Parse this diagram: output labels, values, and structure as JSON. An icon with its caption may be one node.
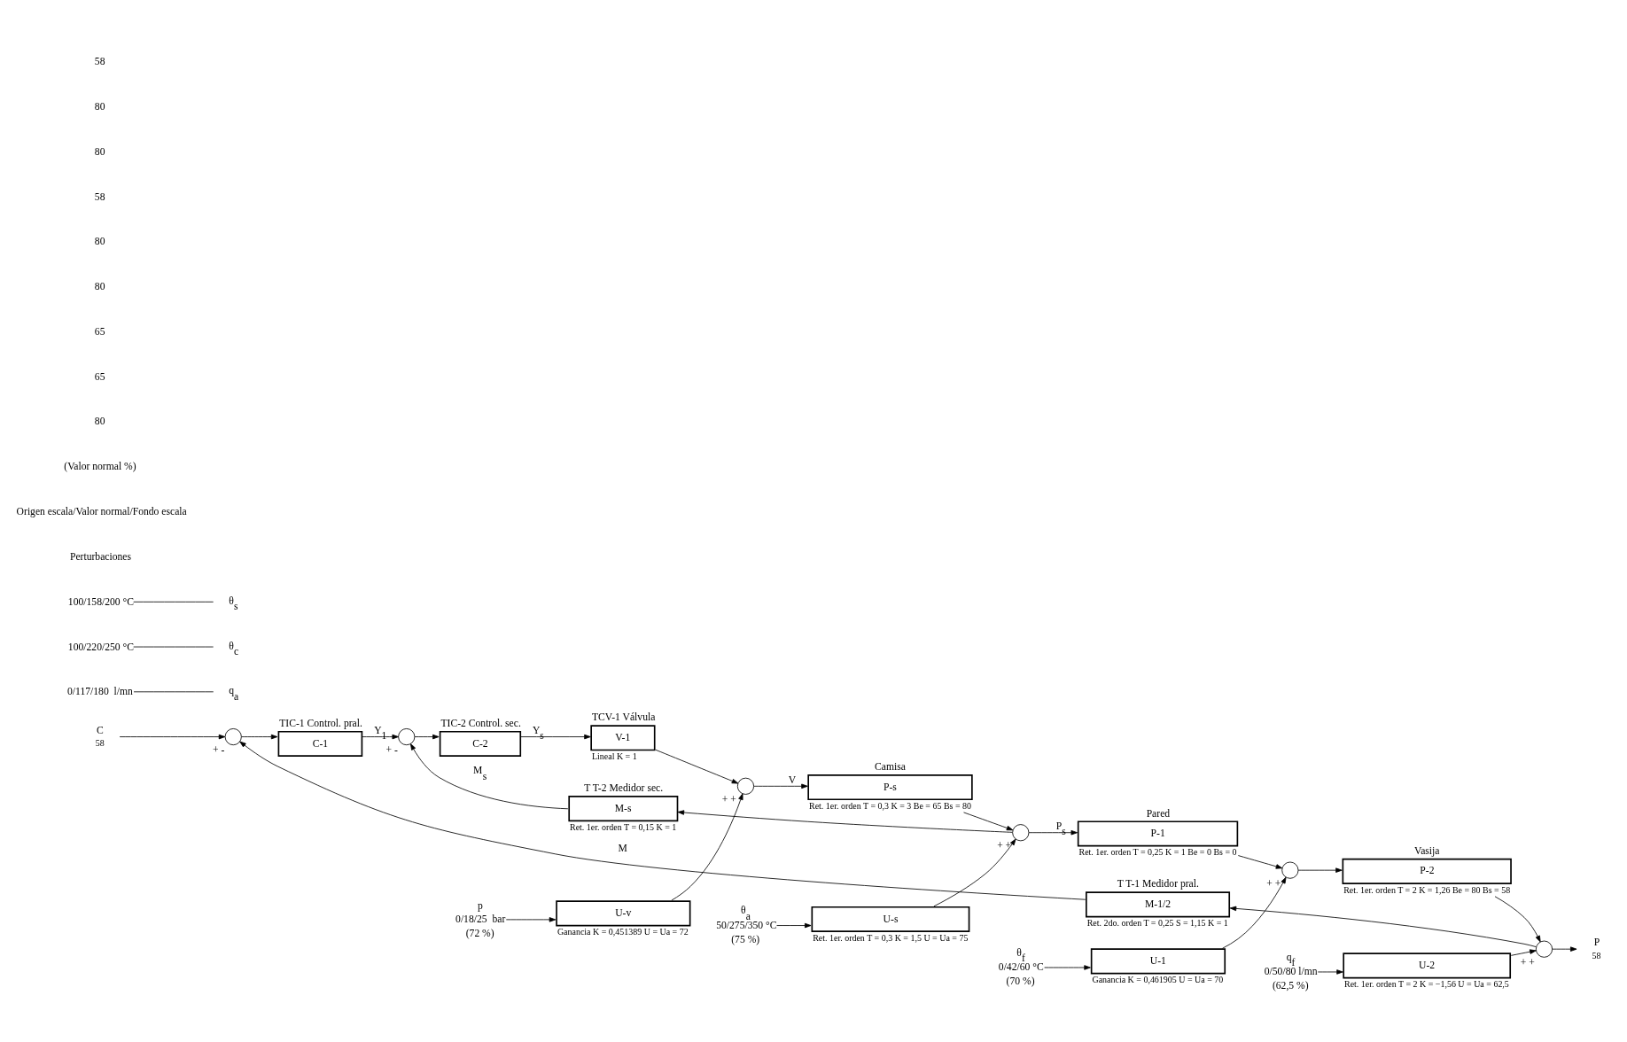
{
  "diagram": {
    "nodes": [
      {
        "text": [
          "C"
        ],
        "beside": [
          "58"
        ]
      },
      {
        "text": [],
        "shape": "circle",
        "beside": [
          "+",
          "-"
        ]
      },
      {
        "text": [
          "TIC-1 Control. pral.",
          "C-1"
        ]
      },
      {
        "text": [],
        "shape": "circle",
        "beside": [
          "+",
          "-"
        ]
      },
      {
        "text": [
          "TIC-2 Control. sec.",
          "C-2"
        ]
      },
      {
        "text": [
          "TCV-1 Válvula",
          "V-1"
        ],
        "beside": [
          "Lineal K = 1"
        ]
      },
      {
        "text": [],
        "shape": "circle",
        "beside": [
          "+",
          "+"
        ]
      },
      {
        "text": [
          "Camisa",
          "P-s"
        ],
        "beside": [
          "Ret. 1er. orden T = 0,3 K = 3 Be = 65 Bs = 80"
        ]
      },
      {
        "text": [],
        "shape": "circle",
        "beside": [
          "+",
          "+"
        ]
      },
      {
        "text": [
          "Pared",
          "P-1"
        ],
        "beside": [
          "Ret. 1er. orden T = 0,25 K = 1 Be = 0 Bs = 0"
        ]
      },
      {
        "text": [],
        "shape": "circle",
        "beside": [
          "+",
          "+"
        ]
      },
      {
        "text": [
          "Vasija",
          "P-2"
        ],
        "beside": [
          "Ret. 1er. orden T = 2 K = 1,26 Be = 80 Bs = 58"
        ]
      },
      {
        "text": [],
        "shape": "circle",
        "beside": [
          "+",
          "+"
        ]
      },
      {
        "text": [
          "P"
        ],
        "beside": [
          "58"
        ]
      },
      {
        "text": [
          "T T-2 Medidor sec.",
          "M-s"
        ],
        "beside": [
          "Ret. 1er. orden T = 0,15 K = 1"
        ]
      },
      {
        "text": [
          "T T-1 Medidor pral.",
          "M-1/2"
        ],
        "beside": [
          "Ret. 2do. orden T = 0,25 S = 1,15 K = 1"
        ]
      },
      {
        "text": [
          "p",
          "0/18/25  bar",
          "(72 %)"
        ]
      },
      {
        "text": [
          "U-v"
        ],
        "beside": [
          "Ganancia K = 0,451389 U = Ua = 72"
        ]
      },
      {
        "text": [
          "θ$_{a}$",
          "50/275/350 °C",
          "(75 %)"
        ]
      },
      {
        "text": [
          "U-s"
        ],
        "beside": [
          "Ret. 1er. orden T = 0,3 K = 1,5 U = Ua = 75"
        ]
      },
      {
        "text": [
          "θ$_{f}$",
          "0/42/60 °C",
          "(70 %)"
        ]
      },
      {
        "text": [
          "U-1"
        ],
        "beside": [
          "Ganancia K = 0,461905 U = Ua = 70"
        ]
      },
      {
        "text": [
          "q$_{f}$",
          "0/50/80 l/mn",
          "(62,5 %)"
        ]
      },
      {
        "text": [
          "U-2"
        ],
        "beside": [
          "Ret. 1er. orden T = 2 K = −1,56 U = Ua = 62,5"
        ]
      },
      {
        "text": [
          "0/117/180  l/mn"
        ]
      },
      {
        "text": [
          "q$_{a}$"
        ]
      },
      {
        "text": [
          "100/220/250 °C"
        ]
      },
      {
        "text": [
          "θ$_{c}$"
        ]
      },
      {
        "text": [
          "100/158/200 °C"
        ]
      },
      {
        "text": [
          "θ$_{s}$"
        ]
      }
    ],
    "edges": [
      {
        "from": 0,
        "to": 1,
        "arrow": "to"
      },
      {
        "from": 1,
        "to": 2,
        "arrow": "to"
      },
      {
        "from": 2,
        "to": 3,
        "arrow": "to",
        "label": "Y$_{1}$"
      },
      {
        "from": 3,
        "to": 4,
        "arrow": "to"
      },
      {
        "from": 4,
        "to": 5,
        "arrow": "to",
        "label": "Y$_{s}$"
      },
      {
        "from": 5,
        "to": 6,
        "arrow": "to"
      },
      {
        "from": 6,
        "to": 7,
        "arrow": "to",
        "label": "V"
      },
      {
        "from": 7,
        "to": 8,
        "arrow": "to"
      },
      {
        "from": 8,
        "to": 9,
        "arrow": "to",
        "label": "P$_{s}$"
      },
      {
        "from": 9,
        "to": 10,
        "arrow": "to"
      },
      {
        "from": 10,
        "to": 11,
        "arrow": "to"
      },
      {
        "from": 11,
        "to": 12,
        "arrow": "to"
      },
      {
        "from": 12,
        "to": 13,
        "arrow": "to"
      },
      {
        "from": 8,
        "to": 14,
        "arrow": "to"
      },
      {
        "from": 14,
        "to": 3,
        "arrow": "to",
        "label": "M$_{s}$"
      },
      {
        "from": 12,
        "to": 15,
        "arrow": "to"
      },
      {
        "from": 15,
        "to": 1,
        "arrow": "to",
        "label": "M"
      },
      {
        "from": 16,
        "to": 17,
        "arrow": "to"
      },
      {
        "from": 17,
        "to": 6,
        "arrow": "to"
      },
      {
        "from": 18,
        "to": 19,
        "arrow": "to"
      },
      {
        "from": 19,
        "to": 8,
        "arrow": "to"
      },
      {
        "from": 20,
        "to": 21,
        "arrow": "to"
      },
      {
        "from": 21,
        "to": 10,
        "arrow": "to"
      },
      {
        "from": 22,
        "to": 23,
        "arrow": "to"
      },
      {
        "from": 23,
        "to": 12,
        "arrow": "to"
      },
      {
        "from": 24,
        "to": 25,
        "arrow": "none"
      },
      {
        "from": 26,
        "to": 27,
        "arrow": "none"
      },
      {
        "from": 28,
        "to": 29,
        "arrow": "none"
      }
    ],
    "labels": [
      "Perturbaciones",
      "Origen escala/Valor normal/Fondo escala",
      "(Valor normal %)",
      "80",
      "65",
      "65",
      "80",
      "80",
      "58",
      "80",
      "80",
      "58"
    ]
  }
}
